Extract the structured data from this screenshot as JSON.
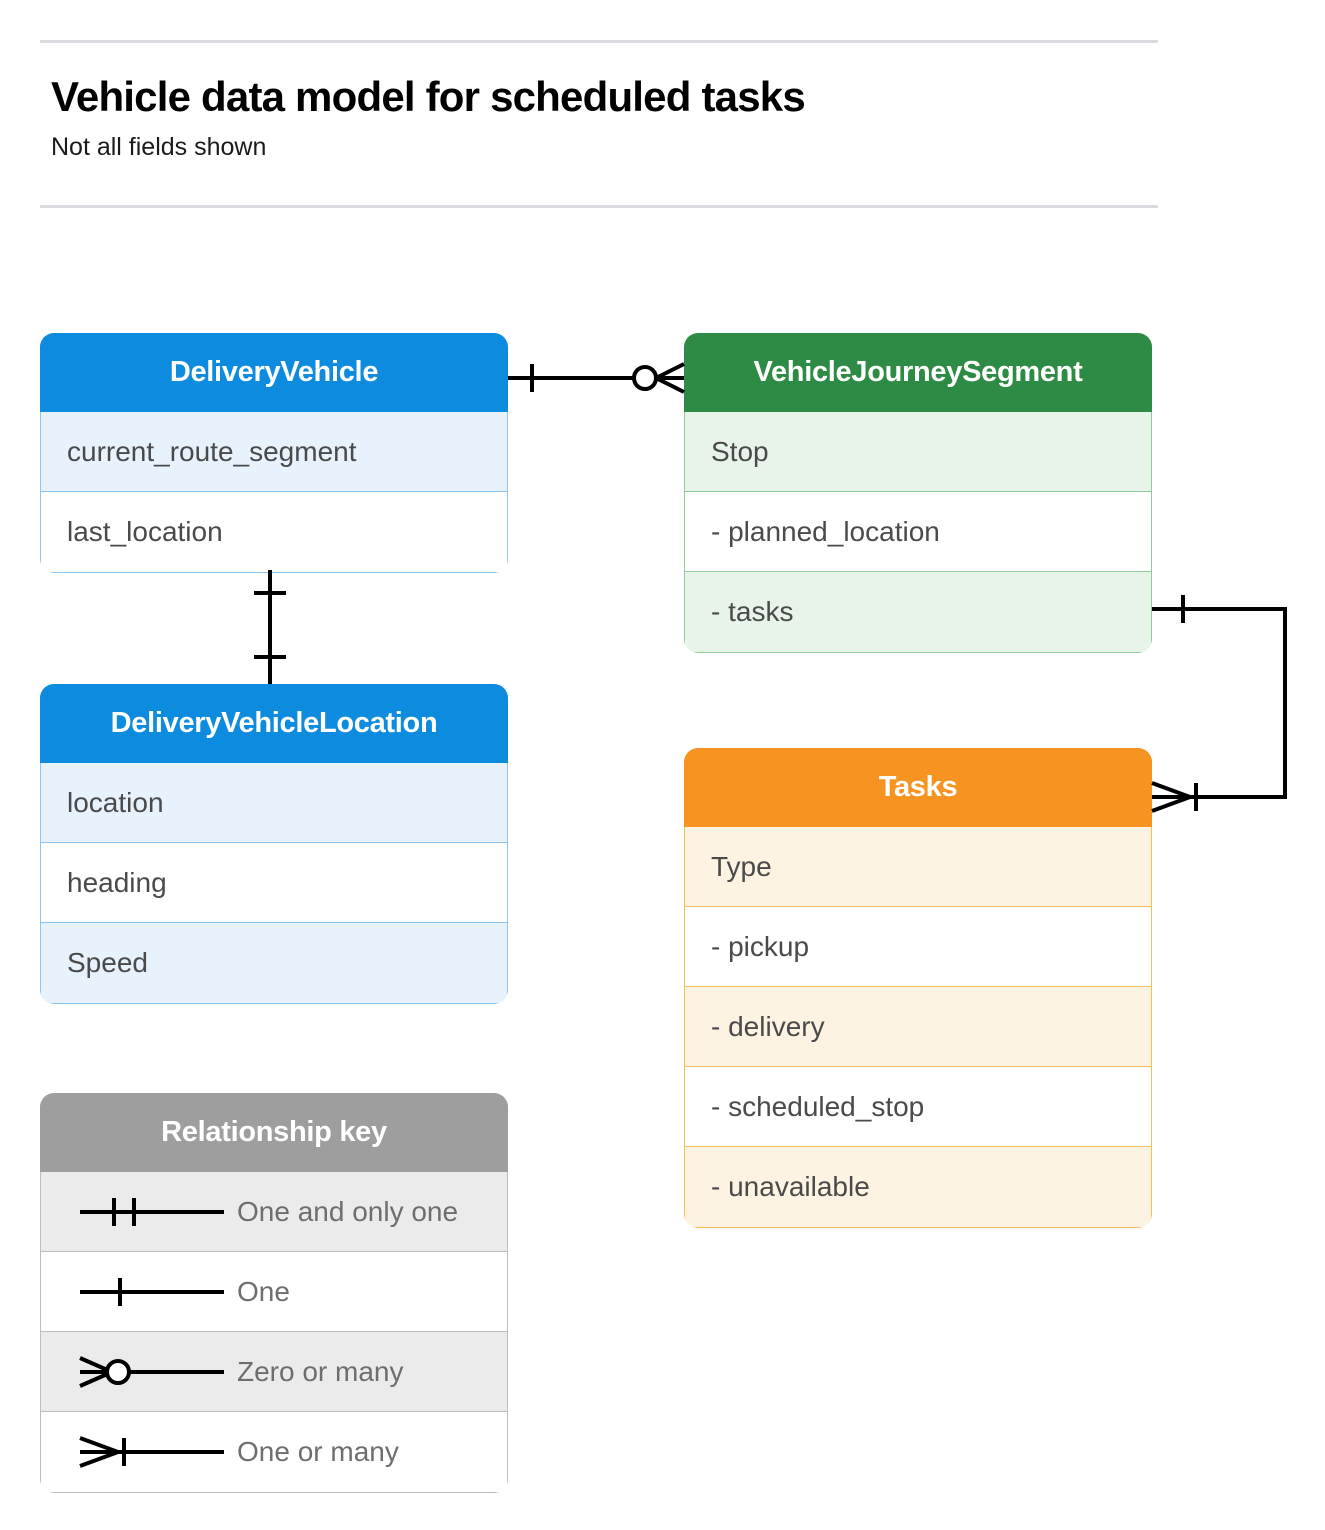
{
  "header": {
    "title": "Vehicle data model for scheduled tasks",
    "subtitle": "Not all fields shown"
  },
  "entities": [
    {
      "id": "DeliveryVehicle",
      "name": "DeliveryVehicle",
      "color": "#0d8bde",
      "fields": [
        {
          "label": "current_route_segment"
        },
        {
          "label": "last_location"
        }
      ]
    },
    {
      "id": "DeliveryVehicleLocation",
      "name": "DeliveryVehicleLocation",
      "color": "#0d8bde",
      "fields": [
        {
          "label": "location"
        },
        {
          "label": "heading"
        },
        {
          "label": "Speed"
        }
      ]
    },
    {
      "id": "VehicleJourneySegment",
      "name": "VehicleJourneySegment",
      "color": "#2e8b45",
      "fields": [
        {
          "label": "Stop"
        },
        {
          "label": "-  planned_location"
        },
        {
          "label": "- tasks"
        }
      ]
    },
    {
      "id": "Tasks",
      "name": "Tasks",
      "color": "#f79421",
      "fields": [
        {
          "label": "Type"
        },
        {
          "label": "-  pickup"
        },
        {
          "label": "-  delivery"
        },
        {
          "label": "-  scheduled_stop"
        },
        {
          "label": "-  unavailable"
        }
      ]
    }
  ],
  "legend": {
    "title": "Relationship key",
    "color": "#9e9e9e",
    "items": [
      {
        "symbol": "one-and-only-one",
        "label": "One and only one"
      },
      {
        "symbol": "one",
        "label": "One"
      },
      {
        "symbol": "zero-or-many",
        "label": "Zero or many"
      },
      {
        "symbol": "one-or-many",
        "label": "One or many"
      }
    ]
  },
  "relationships": [
    {
      "id": "deliveryvehicle-to-vehiclejourneysegment",
      "from": "DeliveryVehicle",
      "to": "VehicleJourneySegment",
      "from_cardinality": "one",
      "to_cardinality": "zero-or-many"
    },
    {
      "id": "deliveryvehicle-to-deliveryvehiclelocation",
      "from": "DeliveryVehicle",
      "to": "DeliveryVehicleLocation",
      "from_cardinality": "one",
      "to_cardinality": "one"
    },
    {
      "id": "vehiclejourneysegment-tasks-to-tasks",
      "from": "VehicleJourneySegment",
      "to": "Tasks",
      "from_cardinality": "one",
      "to_cardinality": "one-or-many"
    }
  ],
  "colors": {
    "rule": "#dadce0",
    "connector": "#000000",
    "field_text": "#4a4a4a",
    "legend_text": "#6e6e6e"
  }
}
